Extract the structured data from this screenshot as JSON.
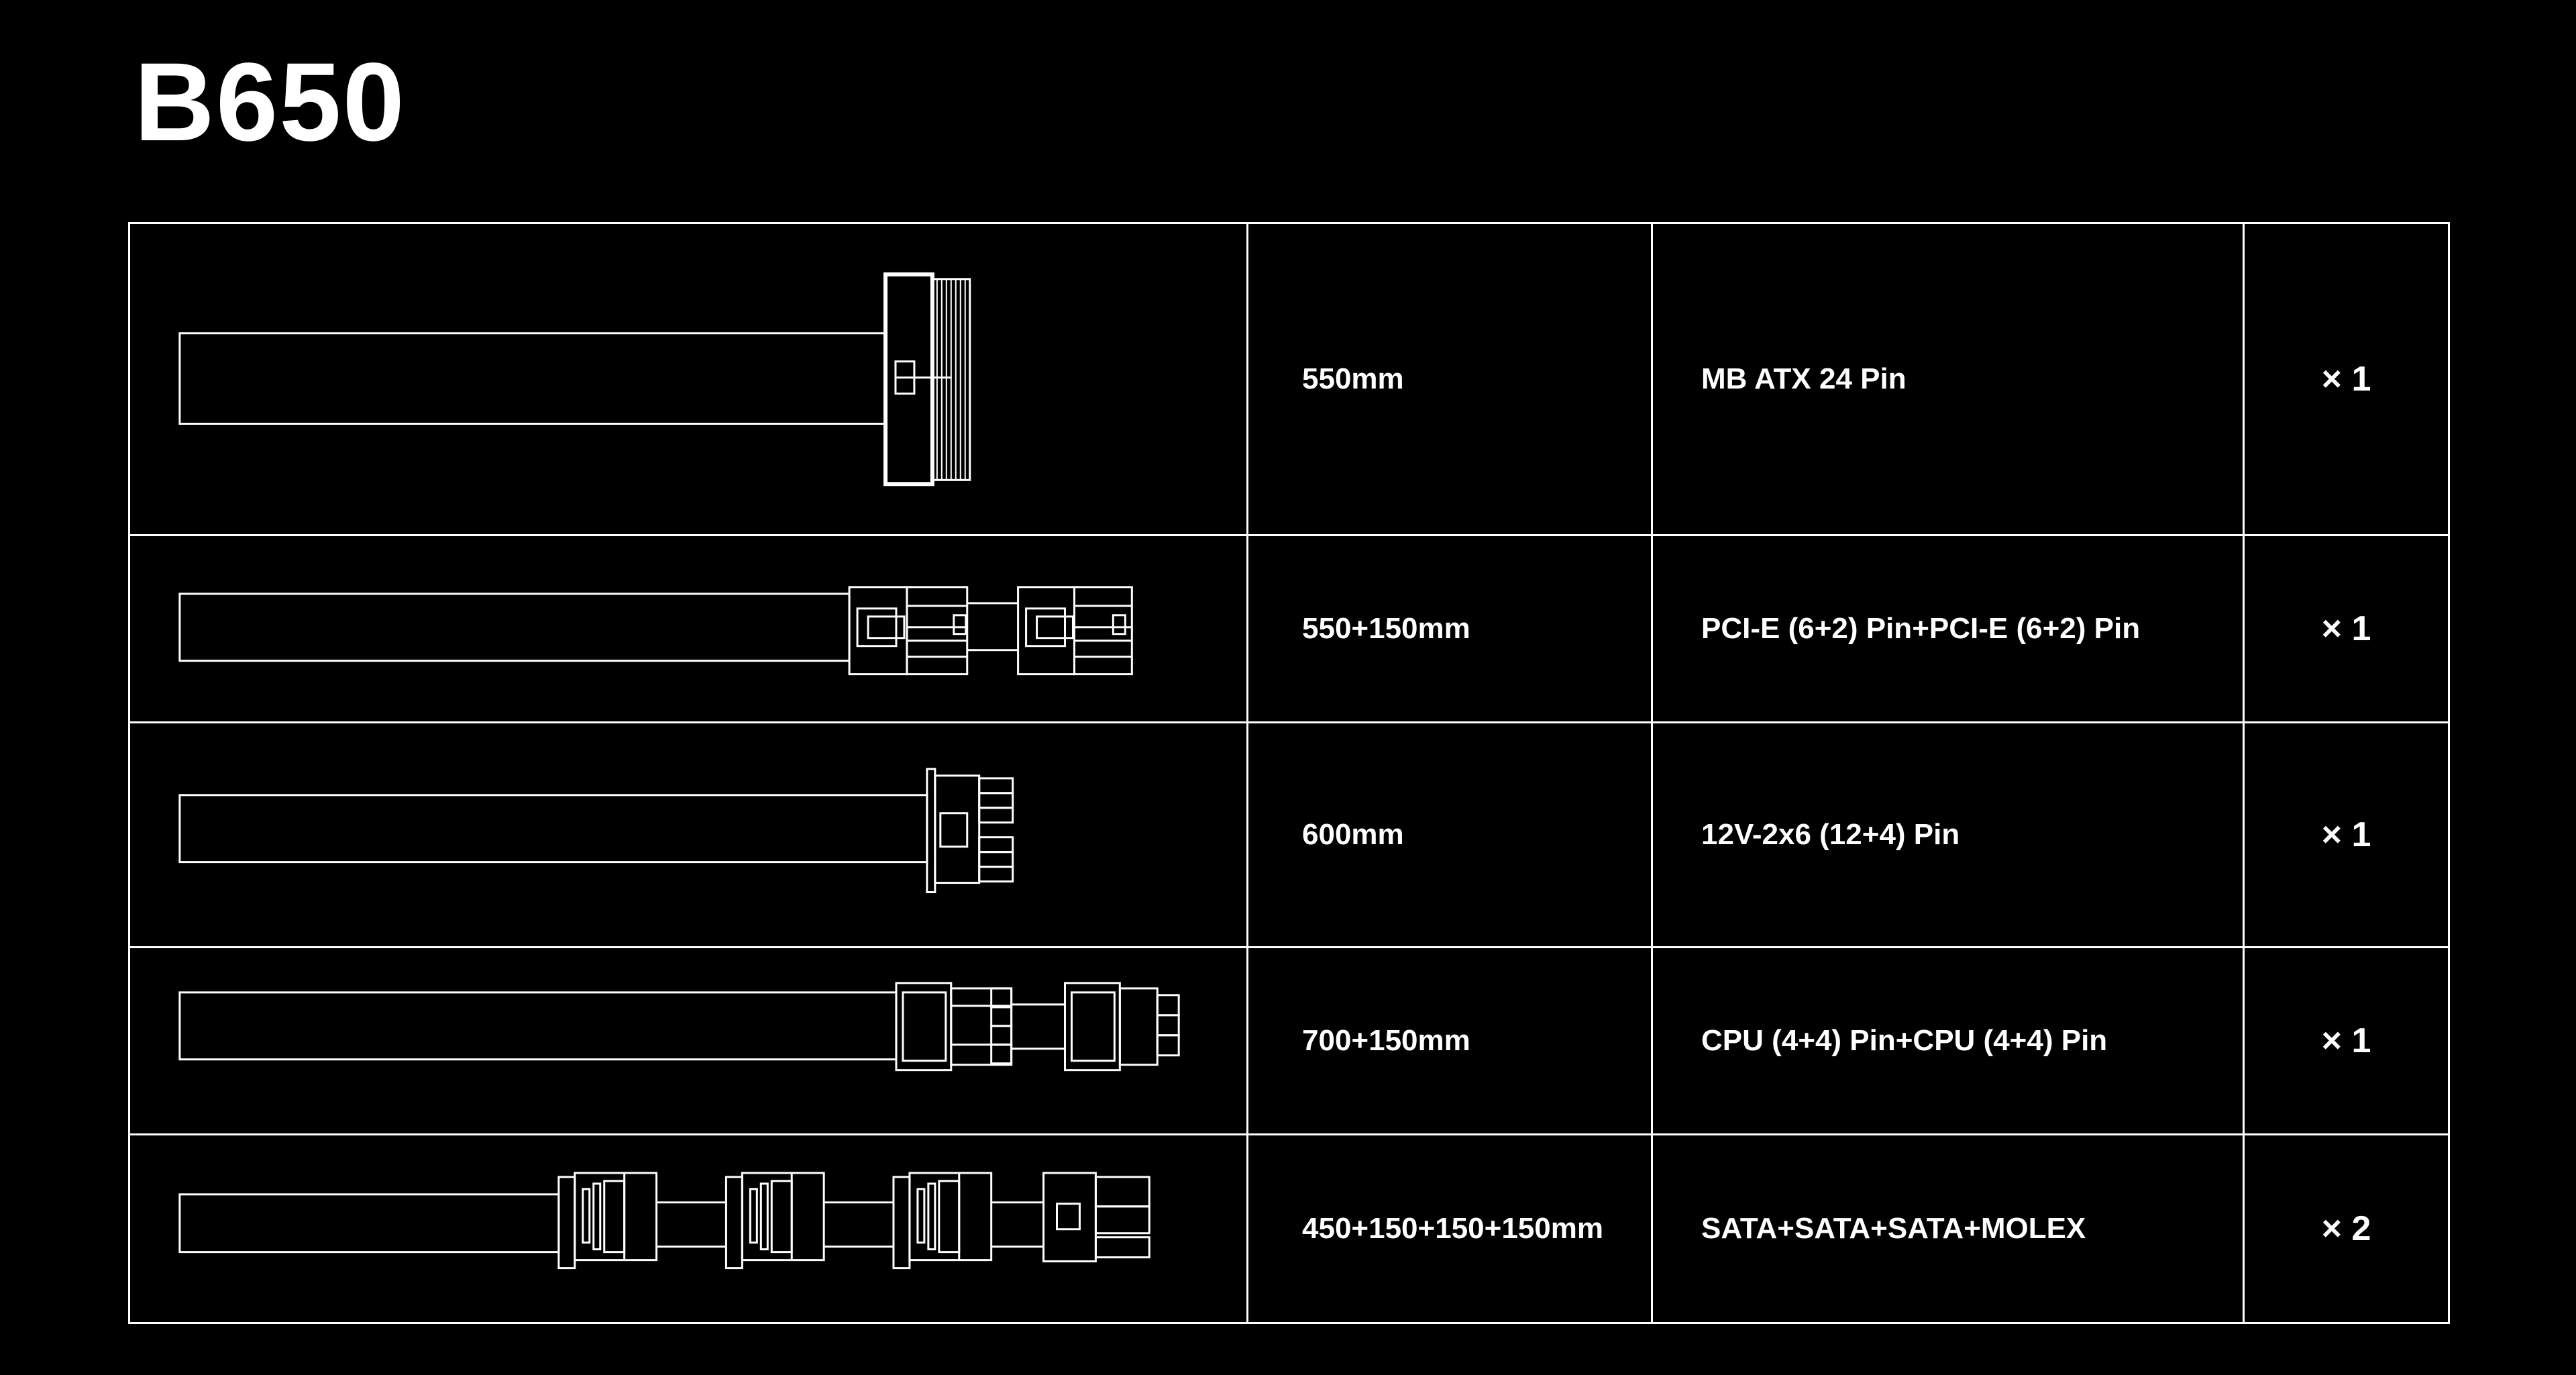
{
  "title": "B650",
  "rows": [
    {
      "length": "550mm",
      "connector": "MB ATX 24 Pin",
      "qty": "× 1",
      "icon": "atx-24pin-cable-icon"
    },
    {
      "length": "550+150mm",
      "connector": "PCI-E (6+2) Pin+PCI-E (6+2) Pin",
      "qty": "× 1",
      "icon": "pcie-6plus2-cable-icon"
    },
    {
      "length": "600mm",
      "connector": "12V-2x6 (12+4) Pin",
      "qty": "× 1",
      "icon": "12v-2x6-cable-icon"
    },
    {
      "length": "700+150mm",
      "connector": "CPU (4+4) Pin+CPU (4+4) Pin",
      "qty": "× 1",
      "icon": "cpu-4plus4-cable-icon"
    },
    {
      "length": "450+150+150+150mm",
      "connector": "SATA+SATA+SATA+MOLEX",
      "qty": "× 2",
      "icon": "sata-molex-cable-icon"
    }
  ],
  "colors": {
    "background": "#000000",
    "foreground": "#ffffff"
  }
}
